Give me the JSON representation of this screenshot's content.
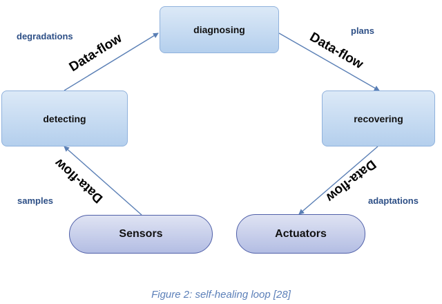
{
  "nodes": {
    "diagnosing": "diagnosing",
    "detecting": "detecting",
    "recovering": "recovering",
    "sensors": "Sensors",
    "actuators": "Actuators"
  },
  "side_labels": {
    "degradations": "degradations",
    "plans": "plans",
    "samples": "samples",
    "adaptations": "adaptations"
  },
  "flow_labels": {
    "top_left": "Data-flow",
    "top_right": "Data-flow",
    "bottom_left": "Data-flow",
    "bottom_right": "Data-flow"
  },
  "caption": "Figure 2: self-healing loop [28]",
  "colors": {
    "arrow": "#5a7fb5",
    "side_label": "#2d4f86",
    "caption": "#5b7fb8"
  }
}
